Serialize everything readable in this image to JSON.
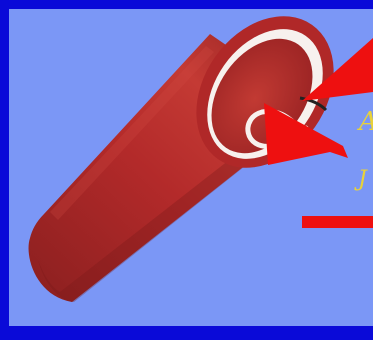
{
  "labels": {
    "a": "A",
    "b": "J"
  },
  "colors": {
    "frame": "#0a0ad8",
    "panel": "#7b97f6",
    "vessel": "#b32a2a",
    "vessel_shadow": "#7a1a1a",
    "vessel_highlight": "#cc4a40",
    "lumen_wall": "#f7f1ee",
    "pointer": "#ee1010",
    "text": "#e8d23a"
  },
  "icons": {
    "vessel": "blood-vessel-illustration",
    "pointer_a": "red-arrow-icon",
    "pointer_b": "red-arrow-icon",
    "underline": "red-bar"
  }
}
